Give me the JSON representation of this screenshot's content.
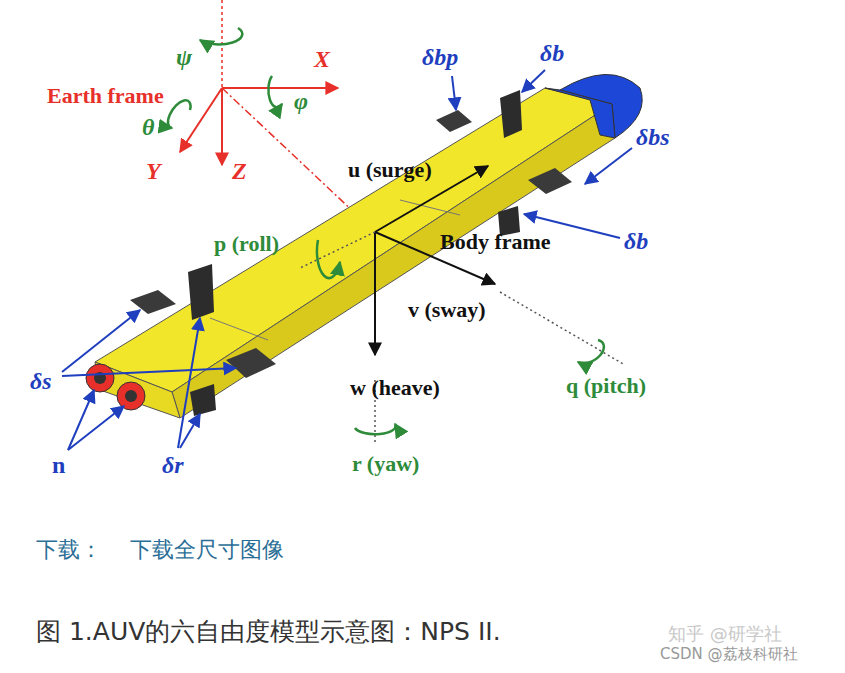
{
  "diagram": {
    "caption": "图 1.AUV的六自由度模型示意图：NPS II.",
    "labels": [
      "ψ",
      "X",
      "Earth frame",
      "φ",
      "θ",
      "Y",
      "Z",
      "δbp",
      "δb",
      "δbs",
      "u (surge)",
      "Body frame",
      "δb",
      "p (roll)",
      "v (sway)",
      "q (pitch)",
      "w (heave)",
      "r (yaw)",
      "δs",
      "n",
      "δr",
      "下载：",
      "下载全尺寸图像",
      "知乎 @研学社",
      "CSDN @荔枝科研社"
    ]
  }
}
